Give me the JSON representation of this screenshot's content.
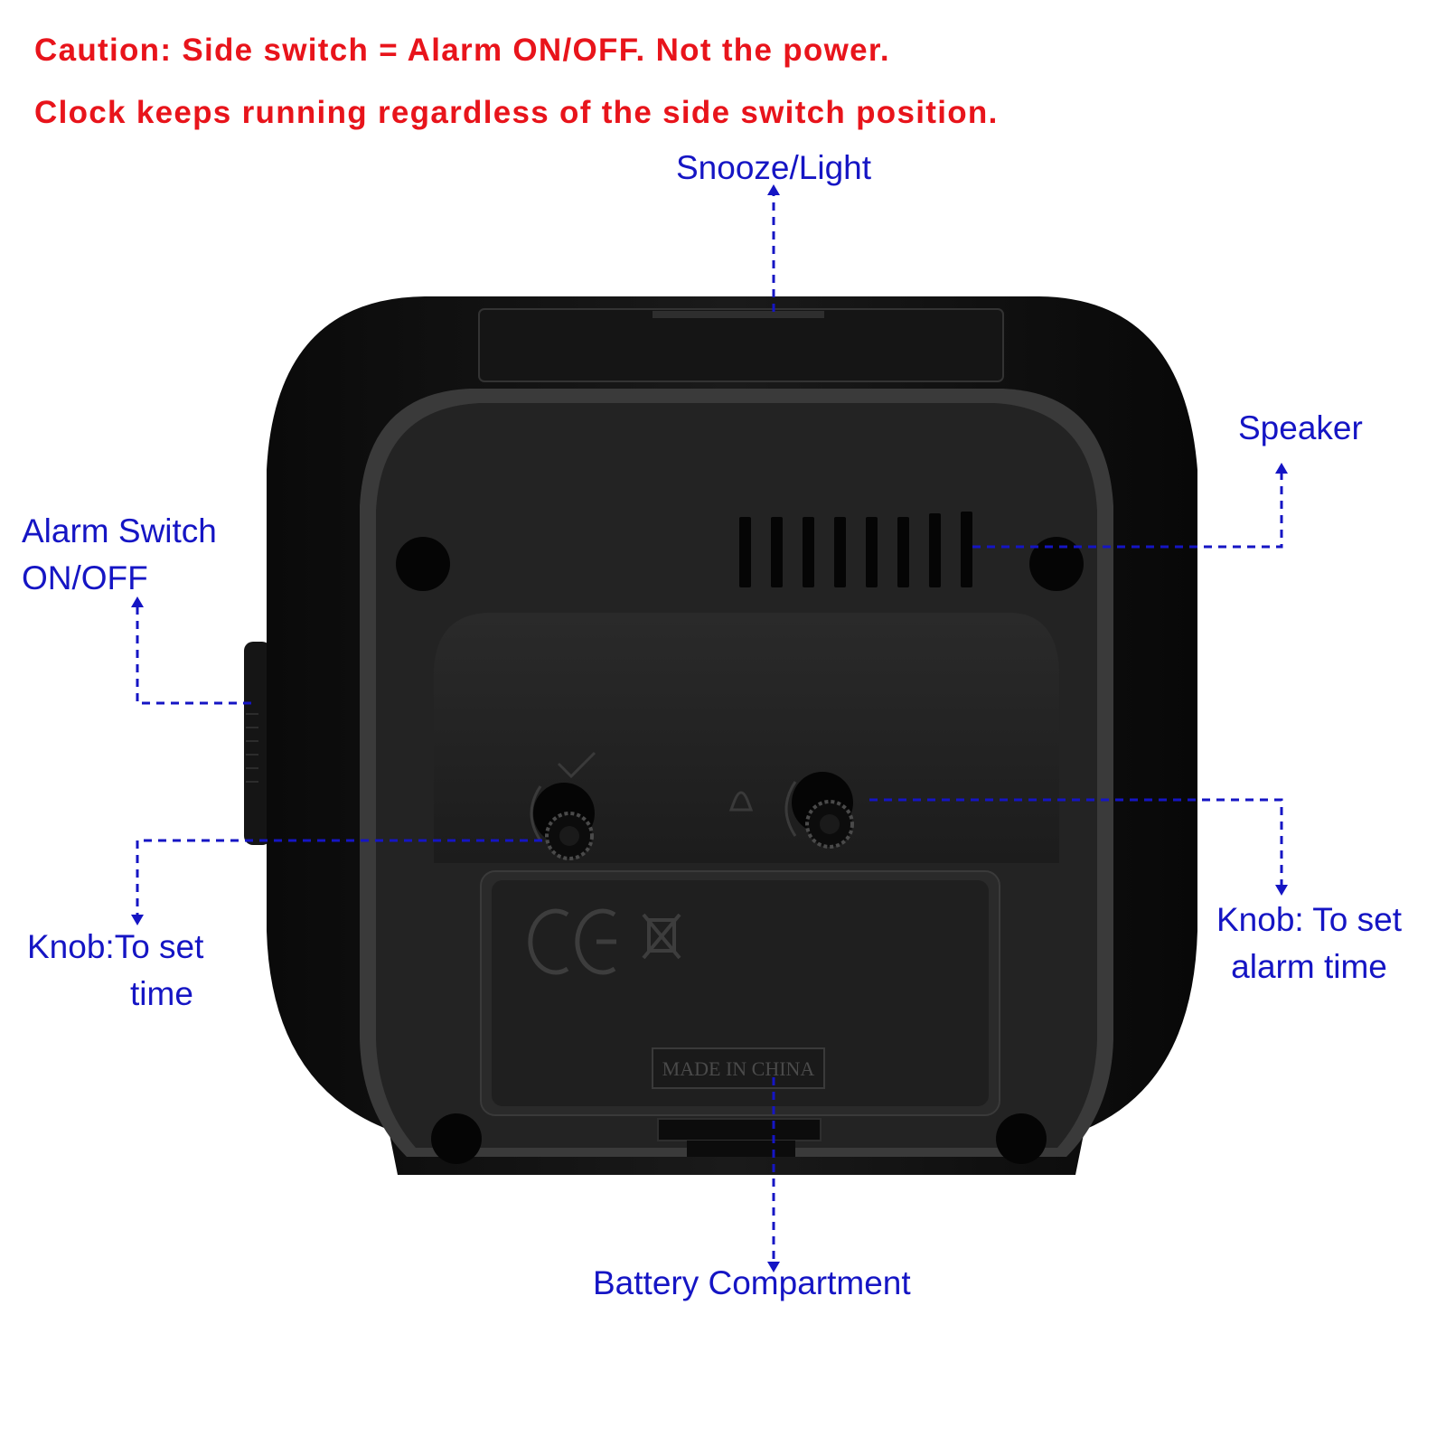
{
  "caution": {
    "line1": "Caution: Side switch = Alarm ON/OFF. Not the power.",
    "line2": "Clock keeps running regardless of the side switch position."
  },
  "callouts": {
    "snooze_light": "Snooze/Light",
    "speaker": "Speaker",
    "alarm_switch": [
      "Alarm Switch",
      "ON/OFF"
    ],
    "knob_time": [
      "Knob:To set",
      "time"
    ],
    "knob_alarm": [
      "Knob: To set",
      "alarm time"
    ],
    "battery": "Battery Compartment"
  },
  "device_markings": {
    "made_in": "MADE IN CHINA",
    "ce_mark": "CE"
  },
  "colors": {
    "caution_text": "#e8141b",
    "callout_text": "#1515c4",
    "leader_line": "#1515c4",
    "device_body": "#111111"
  }
}
